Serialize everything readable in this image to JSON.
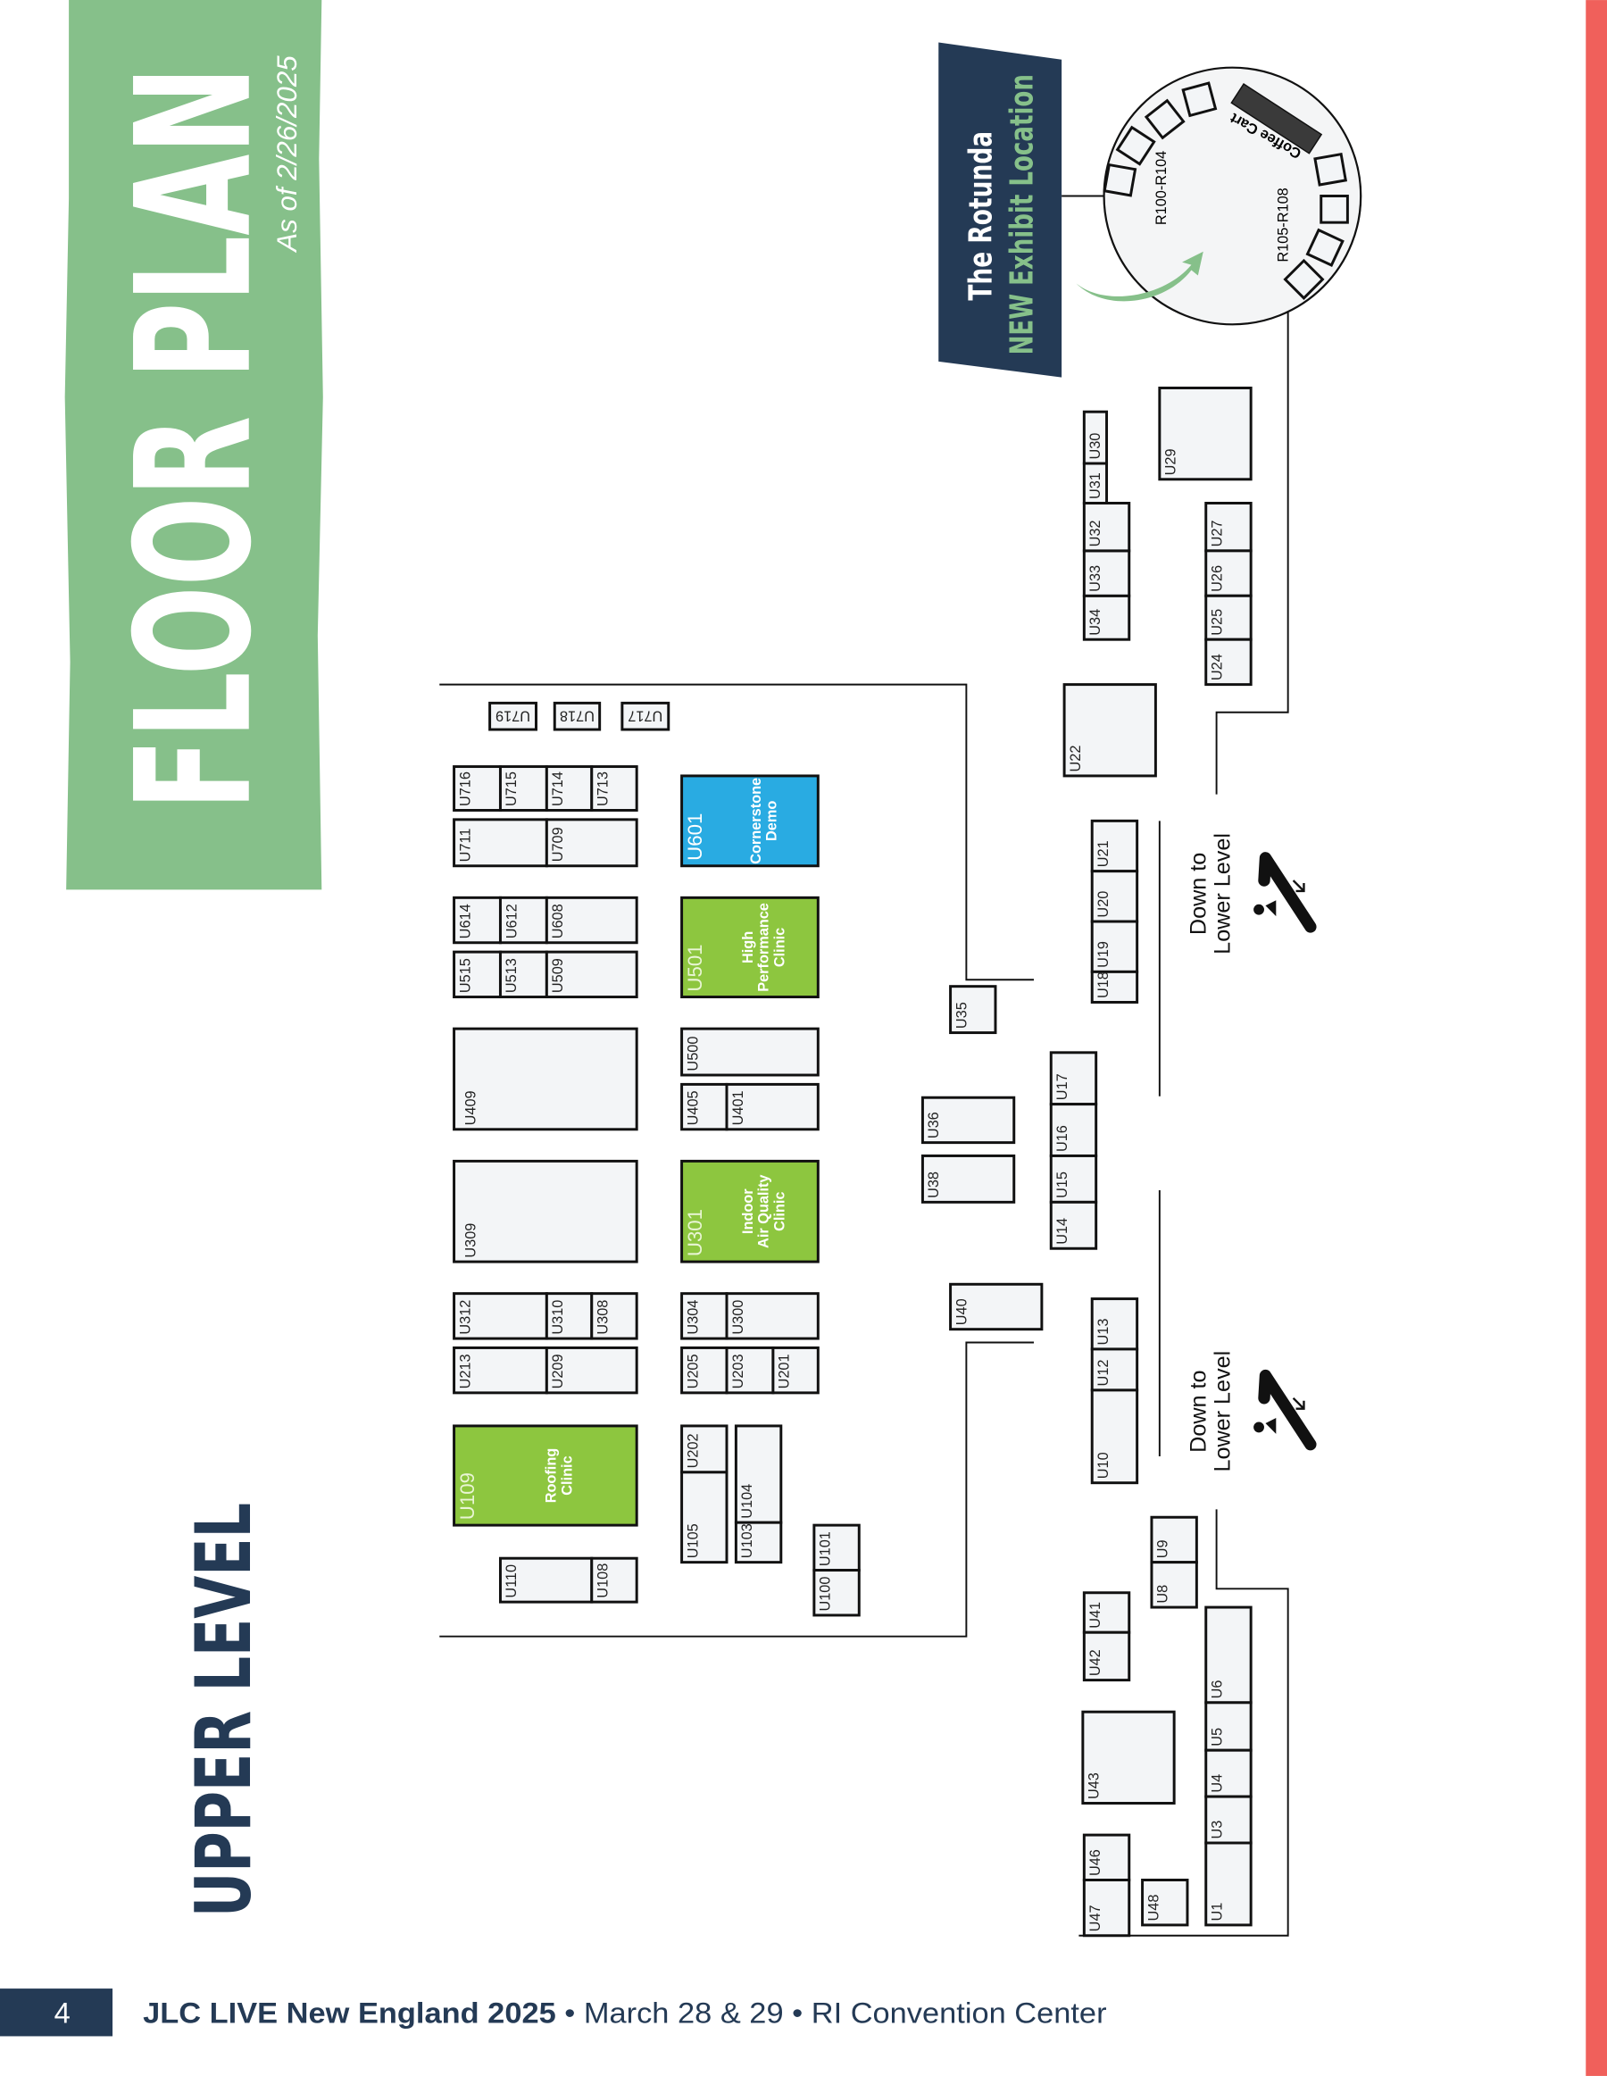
{
  "header": {
    "title": "FLOOR PLAN",
    "date": "As of 2/26/2025",
    "level": "UPPER LEVEL"
  },
  "rotunda": {
    "title": "The Rotunda",
    "subtitle": "NEW Exhibit Location",
    "left_range": "R100-R104",
    "right_range": "R105-R108",
    "coffee_cart": "Coffee Cart"
  },
  "escalators": [
    {
      "line1": "Down to",
      "line2": "Lower Level"
    },
    {
      "line1": "Down to",
      "line2": "Lower Level"
    }
  ],
  "booths": [
    "U719",
    "U718",
    "U717",
    "U716",
    "U715",
    "U714",
    "U713",
    "U711",
    "U709",
    "U614",
    "U612",
    "U608",
    "U515",
    "U513",
    "U509",
    "U409",
    "U309",
    "U312",
    "U310",
    "U308",
    "U213",
    "U209",
    "U110",
    "U108",
    "U500",
    "U405",
    "U401",
    "U304",
    "U300",
    "U205",
    "U203",
    "U201",
    "U202",
    "U105",
    "U104",
    "U103",
    "U101",
    "U100",
    "U35",
    "U36",
    "U38",
    "U40",
    "U17",
    "U16",
    "U15",
    "U14",
    "U21",
    "U20",
    "U19",
    "U18",
    "U13",
    "U12",
    "U10",
    "U34",
    "U33",
    "U32",
    "U31",
    "U30",
    "U29",
    "U27",
    "U26",
    "U25",
    "U24",
    "U22",
    "U9",
    "U8",
    "U41",
    "U42",
    "U43",
    "U46",
    "U47",
    "U48",
    "U6",
    "U5",
    "U4",
    "U3",
    "U1"
  ],
  "features": [
    {
      "id": "U601",
      "title": [
        "Cornerstone",
        "Demo"
      ],
      "color": "#29abe2"
    },
    {
      "id": "U501",
      "title": [
        "High",
        "Performance",
        "Clinic"
      ],
      "color": "#8dc63f"
    },
    {
      "id": "U301",
      "title": [
        "Indoor",
        "Air Quality",
        "Clinic"
      ],
      "color": "#8dc63f"
    },
    {
      "id": "U109",
      "title": [
        "Roofing",
        "Clinic"
      ],
      "color": "#8dc63f"
    }
  ],
  "footer": {
    "page": "4",
    "event": "JLC LIVE New England 2025",
    "sep": "•",
    "dates": "March 28 & 29",
    "venue": "RI Convention Center"
  },
  "colors": {
    "banner": "#86c08a",
    "navy": "#243a55",
    "accent_red": "#f0605b",
    "booth_fill": "#f3f5f7"
  }
}
